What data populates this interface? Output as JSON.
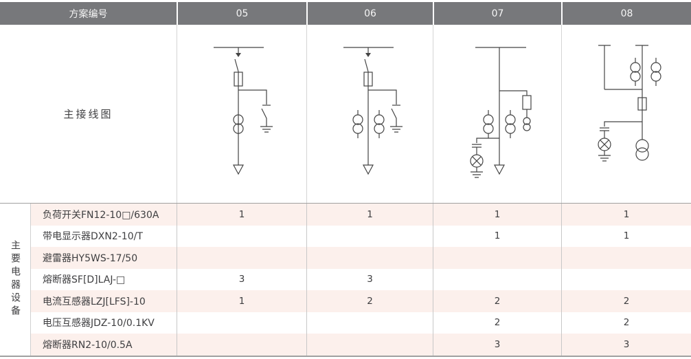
{
  "header": {
    "label": "方案编号",
    "schemes": [
      "05",
      "06",
      "07",
      "08"
    ]
  },
  "diagrams": {
    "row_label": "主接线图",
    "schemes": [
      {
        "id": "05",
        "symbols": [
          "busbar",
          "load-switch",
          "fuse",
          "earthing-switch",
          "current-transformer",
          "outgoing-feeder-arrow"
        ]
      },
      {
        "id": "06",
        "symbols": [
          "busbar",
          "load-switch",
          "fuse",
          "earthing-switch",
          "current-transformer",
          "current-transformer",
          "outgoing-feeder-arrow"
        ]
      },
      {
        "id": "07",
        "symbols": [
          "busbar",
          "current-transformer",
          "current-transformer",
          "fuse",
          "voltage-transformer",
          "live-display-sensor",
          "indicator-lamp",
          "earth",
          "outgoing-feeder-arrow"
        ]
      },
      {
        "id": "08",
        "symbols": [
          "busbar",
          "busbar",
          "current-transformer",
          "current-transformer",
          "fuse",
          "live-display-sensor",
          "indicator-lamp",
          "earth",
          "voltage-transformer"
        ]
      }
    ]
  },
  "equipment": {
    "group_label": "主要电器设备",
    "rows": [
      {
        "name": "负荷开关FN12-10□/630A",
        "values": [
          "1",
          "1",
          "1",
          "1"
        ]
      },
      {
        "name": "带电显示器DXN2-10/T",
        "values": [
          "",
          "",
          "1",
          "1"
        ]
      },
      {
        "name": "避雷器HY5WS-17/50",
        "values": [
          "",
          "",
          "",
          ""
        ]
      },
      {
        "name": "熔断器SF[D]LAJ-□",
        "values": [
          "3",
          "3",
          "",
          ""
        ]
      },
      {
        "name": "电流互感器LZJ[LFS]-10",
        "values": [
          "1",
          "2",
          "2",
          "2"
        ]
      },
      {
        "name": "电压互感器JDZ-10/0.1KV",
        "values": [
          "",
          "",
          "2",
          "2"
        ]
      },
      {
        "name": "熔断器RN2-10/0.5A",
        "values": [
          "",
          "",
          "3",
          "3"
        ]
      }
    ]
  },
  "colors": {
    "header_bg": "#77787b",
    "header_text": "#f5f5f5",
    "stripe_pink": "#fcf0ec",
    "rule_dark": "#a0a0a0",
    "rule_light": "#d4d4d4",
    "diagram_stroke": "#444444",
    "text": "#3e3e40"
  }
}
